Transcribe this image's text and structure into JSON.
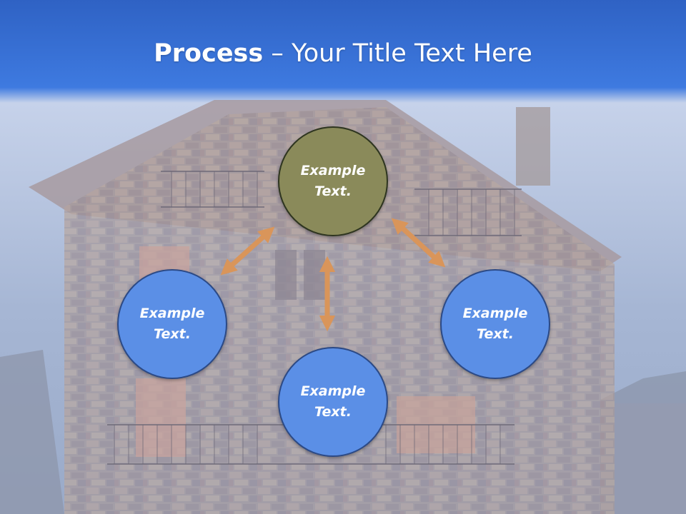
{
  "slide": {
    "title_bold": "Process",
    "title_rest": " – Your Title Text Here"
  },
  "nodes": {
    "top": "Example\nText.",
    "left": "Example\nText.",
    "right": "Example\nText.",
    "bottom": "Example\nText."
  },
  "colors": {
    "header": "#3c78d8",
    "top_node": "#8a8a5a",
    "blue_node": "#5b8fe6",
    "arrow": "#d9955a"
  }
}
